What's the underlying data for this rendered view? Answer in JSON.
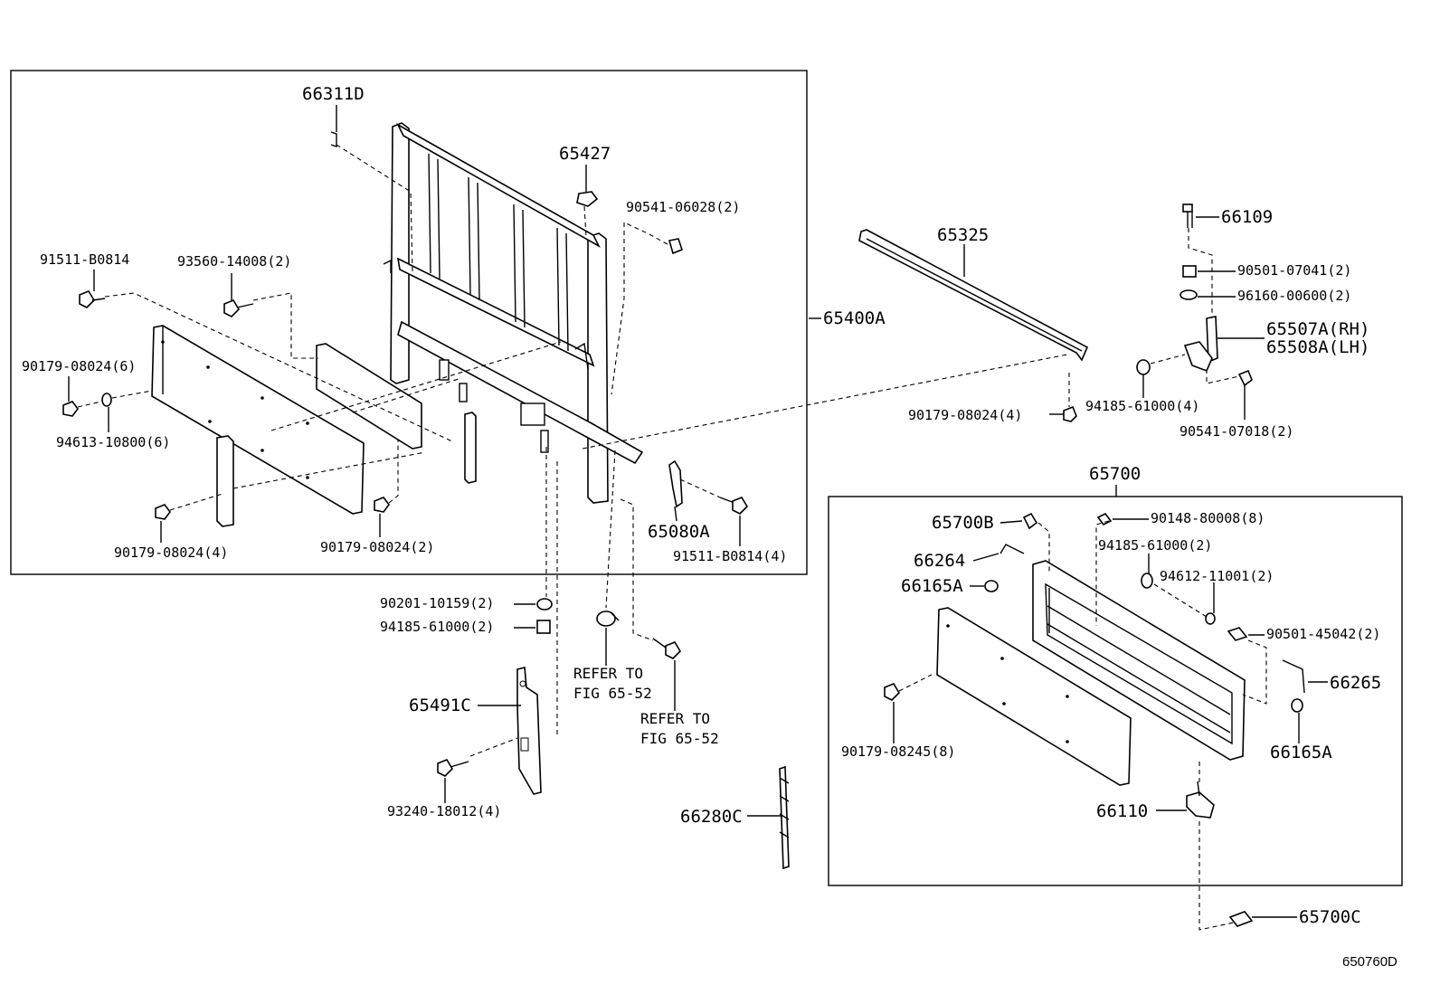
{
  "diagram": {
    "drawing_code": "650760D",
    "part_labels": {
      "p66311D": "66311D",
      "p65427": "65427",
      "p90541_06028": "90541-06028(2)",
      "p91511_B0814": "91511-B0814",
      "p93560_14008": "93560-14008(2)",
      "p90179_08024_6": "90179-08024(6)",
      "p94613_10800": "94613-10800(6)",
      "p65400A": "65400A",
      "p90179_08024_4a": "90179-08024(4)",
      "p90179_08024_2": "90179-08024(2)",
      "p65080A": "65080A",
      "p91511_B0814_4": "91511-B0814(4)",
      "p90201_10159": "90201-10159(2)",
      "p94185_61000_2a": "94185-61000(2)",
      "p65491C": "65491C",
      "p93240_18012": "93240-18012(4)",
      "refer_a_line1": "REFER TO",
      "refer_a_line2": "FIG 65-52",
      "refer_b_line1": "REFER TO",
      "refer_b_line2": "FIG 65-52",
      "p66280C": "66280C",
      "p65325": "65325",
      "p90179_08024_4b": "90179-08024(4)",
      "p66109": "66109",
      "p90501_07041": "90501-07041(2)",
      "p96160_00600": "96160-00600(2)",
      "p65507A": "65507A(RH)",
      "p65508A": "65508A(LH)",
      "p94185_61000_4": "94185-61000(4)",
      "p90541_07018": "90541-07018(2)",
      "p65700": "65700",
      "p65700B": "65700B",
      "p90148_80008": "90148-80008(8)",
      "p94185_61000_2b": "94185-61000(2)",
      "p66264": "66264",
      "p94612_11001": "94612-11001(2)",
      "p66165A_a": "66165A",
      "p90501_45042": "90501-45042(2)",
      "p66265": "66265",
      "p90179_08245": "90179-08245(8)",
      "p66165A_b": "66165A",
      "p66110": "66110",
      "p65700C": "65700C"
    }
  }
}
